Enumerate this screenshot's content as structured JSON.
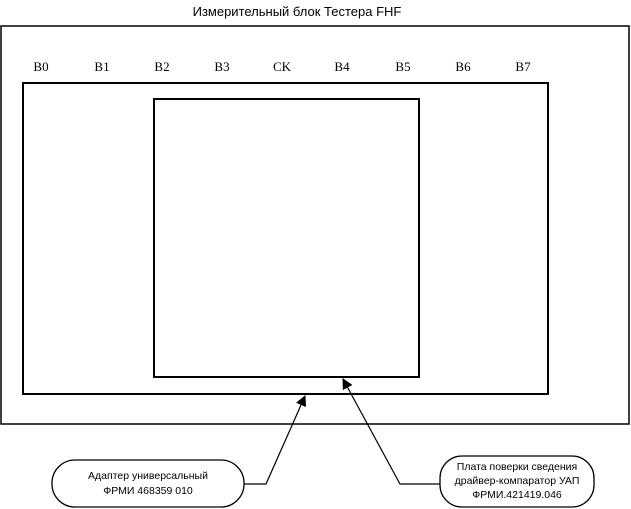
{
  "title": "Измерительный блок Тестера FHF",
  "slot_labels": [
    "B0",
    "B1",
    "B2",
    "B3",
    "CK",
    "B4",
    "B5",
    "B6",
    "B7"
  ],
  "callouts": {
    "adapter": {
      "line1": "Адаптер универсальный",
      "line2": "ФРМИ 468359 010"
    },
    "board": {
      "line1": "Плата поверки сведения",
      "line2": "драйвер-компаратор УАП",
      "line3": "ФРМИ.421419.046"
    }
  }
}
